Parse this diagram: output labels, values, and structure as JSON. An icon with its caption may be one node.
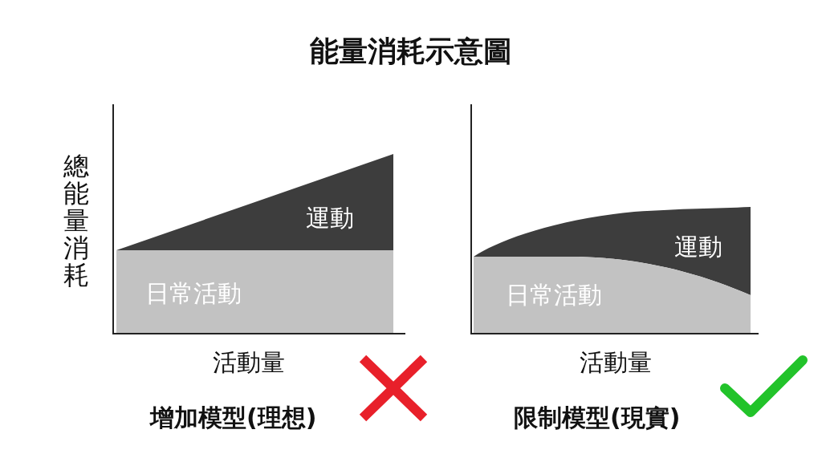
{
  "diagram": {
    "title": "能量消耗示意圖",
    "nodes": [
      {
        "text": [
          "運動"
        ]
      },
      {
        "text": [
          "日常活動"
        ]
      },
      {
        "text": [
          "運動"
        ]
      },
      {
        "text": [
          "日常活動"
        ]
      }
    ],
    "labels": [
      "總能量消耗",
      "活動量",
      "增加模型(理想)",
      "活動量",
      "限制模型(現實)"
    ]
  }
}
